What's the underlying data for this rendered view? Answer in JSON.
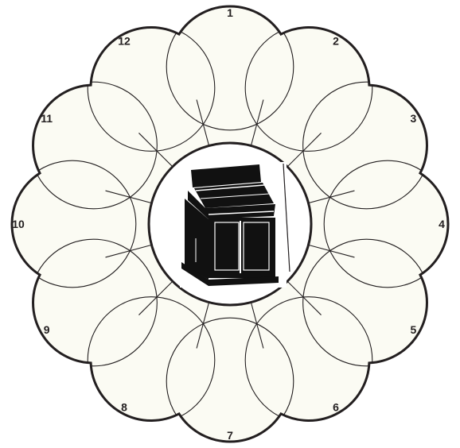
{
  "diagram": {
    "petal_numbers": [
      "1",
      "2",
      "3",
      "4",
      "5",
      "6",
      "7",
      "8",
      "9",
      "10",
      "11",
      "12"
    ],
    "center_icon": "piano-cabinet-icon",
    "colors": {
      "fill": "#fbfbf3",
      "line": "#231f20",
      "background": "#ffffff"
    }
  }
}
